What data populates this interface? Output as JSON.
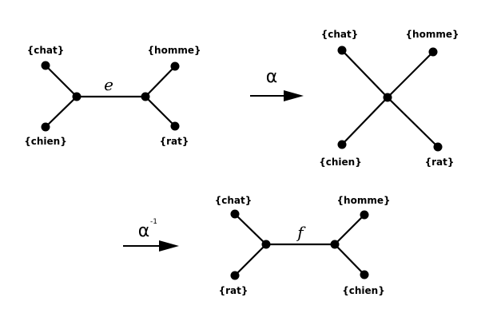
{
  "colors": {
    "ink": "#000000",
    "background": "#ffffff"
  },
  "tree1": {
    "labels": {
      "top_left": "{chat}",
      "top_right": "{homme}",
      "bottom_left": "{chien}",
      "bottom_right": "{rat}"
    },
    "edge_label": "e"
  },
  "op1": {
    "label": "α",
    "superscript": ""
  },
  "tree2": {
    "labels": {
      "top_left": "{chat}",
      "top_right": "{homme}",
      "bottom_left": "{chien}",
      "bottom_right": "{rat}"
    }
  },
  "op2": {
    "label": "α",
    "superscript": "-1"
  },
  "tree3": {
    "labels": {
      "top_left": "{chat}",
      "top_right": "{homme}",
      "bottom_left": "{rat}",
      "bottom_right": "{chien}"
    },
    "edge_label": "f"
  }
}
